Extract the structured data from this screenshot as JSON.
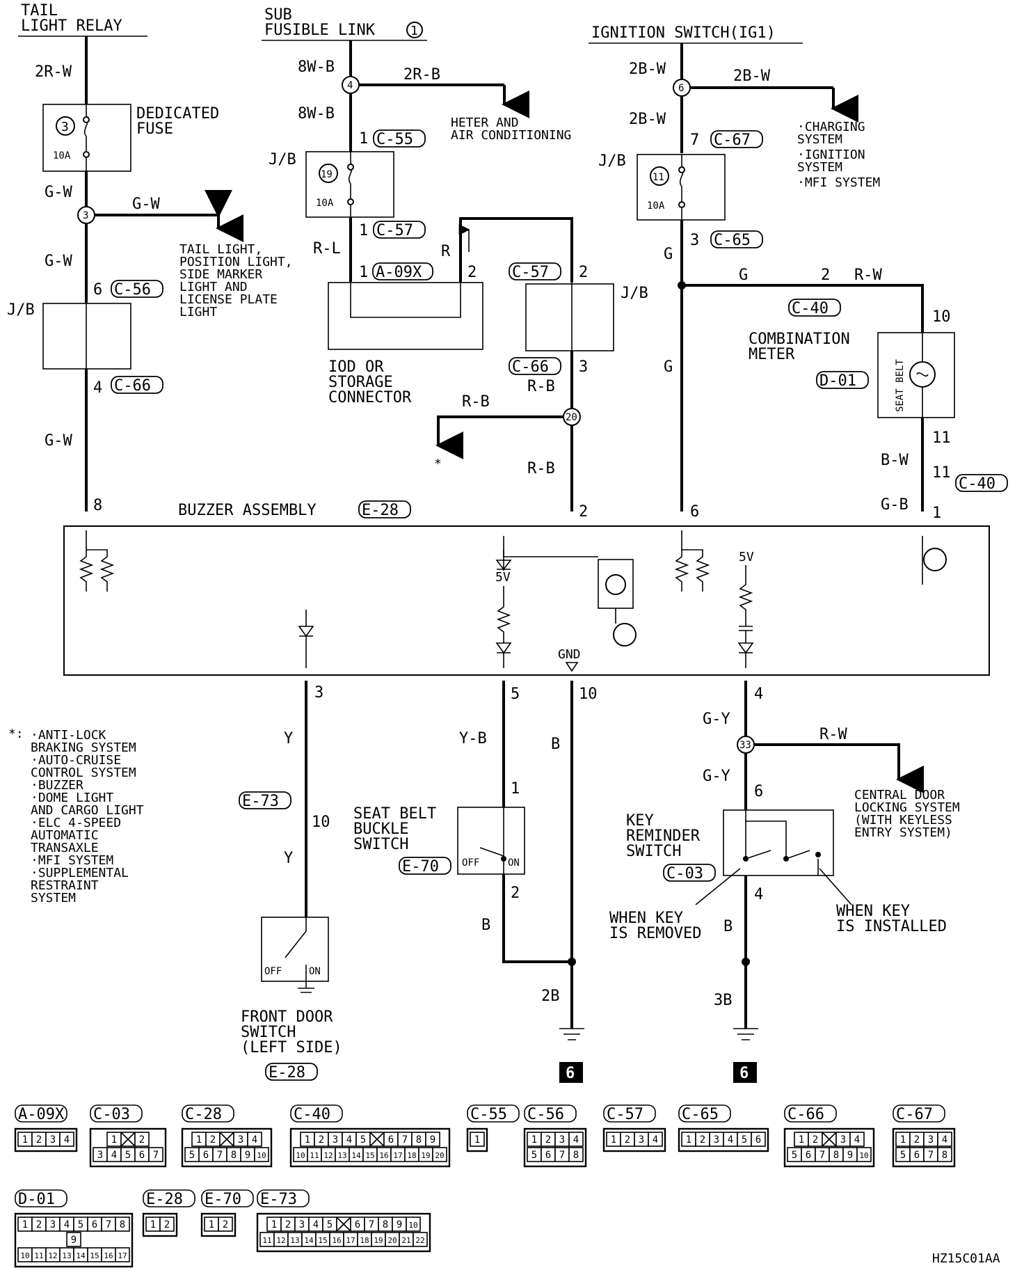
{
  "sources": {
    "tail": [
      "TAIL",
      "LIGHT RELAY"
    ],
    "sub": [
      "SUB",
      "FUSIBLE LINK"
    ],
    "sub_num": "1",
    "ign": "IGNITION SWITCH(IG1)"
  },
  "wires": {
    "w2rw": "2R-W",
    "gw_a": "G-W",
    "gw_b": "G-W",
    "gw_c": "G-W",
    "gw_d": "G-W",
    "w8wb_a": "8W-B",
    "w8wb_b": "8W-B",
    "w2rb": "2R-B",
    "rl": "R-L",
    "r": "R",
    "rb_a": "R-B",
    "rb_b": "R-B",
    "rb_c": "R-B",
    "w2bw_a": "2B-W",
    "w2bw_b": "2B-W",
    "w2bw_c": "2B-W",
    "g_a": "G",
    "g_b": "G",
    "g_c": "G",
    "rw_a": "R-W",
    "bw": "B-W",
    "gb": "G-B",
    "y_a": "Y",
    "y_b": "Y",
    "yb": "Y-B",
    "b_a": "B",
    "b_b": "B",
    "w2b": "2B",
    "gy_a": "G-Y",
    "gy_b": "G-Y",
    "rw_b": "R-W",
    "b_c": "B",
    "w3b": "3B"
  },
  "labels": {
    "ded_fuse": [
      "DEDICATED",
      "FUSE"
    ],
    "jb_1": "J/B",
    "jb_2": "J/B",
    "jb_3": "J/B",
    "jb_4": "J/B",
    "fuse_3": "3",
    "fuse_19": "19",
    "fuse_11": "11",
    "amp_1": "10A",
    "amp_2": "10A",
    "amp_3": "10A",
    "node_3": "3",
    "node_4": "4",
    "node_6": "6",
    "node_20": "20",
    "node_33": "33",
    "tail_dest": [
      "TAIL LIGHT,",
      "POSITION LIGHT,",
      "SIDE MARKER",
      "LIGHT AND",
      "LICENSE PLATE",
      "LIGHT"
    ],
    "heter": [
      "HETER AND",
      "AIR CONDITIONING"
    ],
    "charging": [
      "·CHARGING",
      " SYSTEM",
      "·IGNITION",
      " SYSTEM",
      "·MFI SYSTEM"
    ],
    "iod": [
      "IOD OR",
      "STORAGE",
      "CONNECTOR"
    ],
    "combo": [
      "COMBINATION",
      "METER"
    ],
    "seat_belt": "SEAT BELT",
    "buzzer": "BUZZER ASSEMBLY",
    "asterisk": "*",
    "v5_a": "5V",
    "v5_b": "5V",
    "gnd": "GND",
    "note_star": "*:",
    "notes": [
      "·ANTI-LOCK",
      " BRAKING SYSTEM",
      "·AUTO-CRUISE",
      " CONTROL SYSTEM",
      "·BUZZER",
      "·DOME LIGHT",
      " AND CARGO LIGHT",
      "·ELC 4-SPEED",
      " AUTOMATIC",
      " TRANSAXLE",
      "·MFI SYSTEM",
      "·SUPPLEMENTAL",
      " RESTRAINT",
      " SYSTEM"
    ],
    "front_door": [
      "FRONT DOOR",
      "SWITCH",
      " (LEFT SIDE)"
    ],
    "seat_belt_sw": [
      "SEAT BELT",
      "BUCKLE",
      "SWITCH"
    ],
    "key_rem": [
      "KEY",
      "REMINDER",
      "SWITCH"
    ],
    "key_removed": [
      "WHEN KEY",
      "IS REMOVED"
    ],
    "key_installed": [
      "WHEN KEY",
      "IS INSTALLED"
    ],
    "central": [
      "CENTRAL DOOR",
      "LOCKING SYSTEM",
      "(WITH KEYLESS",
      " ENTRY SYSTEM)"
    ],
    "off_a": "OFF",
    "on_a": "ON",
    "off_b": "OFF",
    "on_b": "ON",
    "ground_a": "6",
    "ground_b": "6",
    "fig_id": "HZ15C01AA"
  },
  "pins": {
    "p8": "8",
    "p6a": "6",
    "p4a": "4",
    "p1a": "1",
    "p1b": "1",
    "p1c": "1",
    "p2a": "2",
    "p2b": "2",
    "p3a": "3",
    "p2c": "2",
    "p7": "7",
    "p3b": "3",
    "p2d": "2",
    "p10a": "10",
    "p11a": "11",
    "p11b": "11",
    "p1d": "1",
    "p6b": "6",
    "p3c": "3",
    "p5": "5",
    "p10b": "10",
    "p10c": "10",
    "p1e": "1",
    "p2e": "2",
    "p4b": "4",
    "p6c": "6",
    "p4c": "4"
  },
  "connectors": {
    "c56": "C-56",
    "c66a": "C-66",
    "c55": "C-55",
    "c57a": "C-57",
    "a09x": "A-09X",
    "c57b": "C-57",
    "c66b": "C-66",
    "c67": "C-67",
    "c65": "C-65",
    "c40a": "C-40",
    "d01": "D-01",
    "c40b": "C-40",
    "e28": "E-28",
    "e73": "E-73",
    "e70": "E-70",
    "c03": "C-03",
    "e28b": "E-28"
  },
  "legend": [
    {
      "id": "A-09X",
      "rows": [
        [
          "1",
          "2",
          "3",
          "4"
        ]
      ]
    },
    {
      "id": "C-03",
      "rows": [
        [
          "1",
          "",
          "2"
        ],
        [
          "3",
          "4",
          "5",
          "6",
          "7"
        ]
      ]
    },
    {
      "id": "C-28",
      "rows": [
        [
          "1",
          "2",
          "",
          "3",
          "4"
        ],
        [
          "5",
          "6",
          "7",
          "8",
          "9",
          "10"
        ]
      ]
    },
    {
      "id": "C-40",
      "rows": [
        [
          "1",
          "2",
          "3",
          "4",
          "5",
          "",
          "6",
          "7",
          "8",
          "9"
        ],
        [
          "10",
          "11",
          "12",
          "13",
          "14",
          "15",
          "16",
          "17",
          "18",
          "19",
          "20"
        ]
      ]
    },
    {
      "id": "C-55",
      "rows": [
        [
          "1"
        ]
      ]
    },
    {
      "id": "C-56",
      "rows": [
        [
          "1",
          "2",
          "3",
          "4"
        ],
        [
          "5",
          "6",
          "7",
          "8"
        ]
      ]
    },
    {
      "id": "C-57",
      "rows": [
        [
          "1",
          "2",
          "3",
          "4"
        ]
      ]
    },
    {
      "id": "C-65",
      "rows": [
        [
          "1",
          "2",
          "3",
          "4",
          "5",
          "6"
        ]
      ]
    },
    {
      "id": "C-66",
      "rows": [
        [
          "1",
          "2",
          "",
          "3",
          "4"
        ],
        [
          "5",
          "6",
          "7",
          "8",
          "9",
          "10"
        ]
      ]
    },
    {
      "id": "C-67",
      "rows": [
        [
          "1",
          "2",
          "3",
          "4"
        ],
        [
          "5",
          "6",
          "7",
          "8"
        ]
      ]
    },
    {
      "id": "D-01",
      "rows": [
        [
          "1",
          "2",
          "3",
          "4",
          "5",
          "6",
          "7",
          "8"
        ],
        [
          "9"
        ],
        [
          "10",
          "11",
          "12",
          "13",
          "14",
          "15",
          "16",
          "17"
        ]
      ]
    },
    {
      "id": "E-28",
      "rows": [
        [
          "1",
          "2"
        ]
      ]
    },
    {
      "id": "E-70",
      "rows": [
        [
          "1",
          "2"
        ]
      ]
    },
    {
      "id": "E-73",
      "rows": [
        [
          "1",
          "2",
          "3",
          "4",
          "5",
          "",
          "6",
          "7",
          "8",
          "9",
          "10"
        ],
        [
          "11",
          "12",
          "13",
          "14",
          "15",
          "16",
          "17",
          "18",
          "19",
          "20",
          "21",
          "22"
        ]
      ]
    }
  ]
}
